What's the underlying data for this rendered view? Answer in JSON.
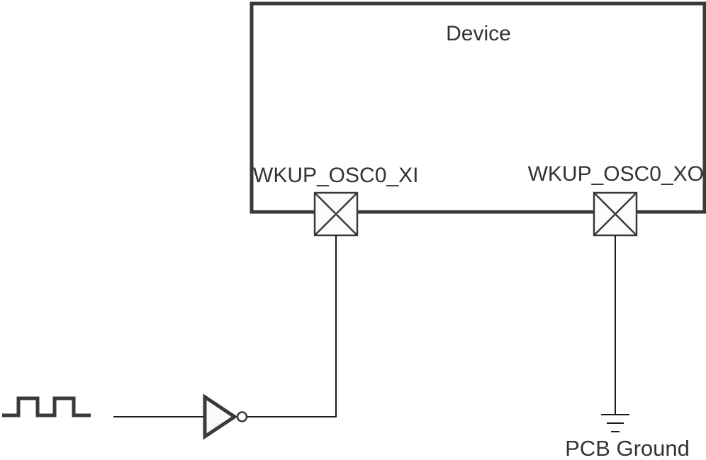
{
  "device": {
    "title": "Device",
    "pins": [
      {
        "label": "WKUP_OSC0_XI"
      },
      {
        "label": "WKUP_OSC0_XO"
      }
    ],
    "ground_label": "PCB Ground",
    "symbols": [
      "clock-signal",
      "inverter-gate",
      "crossed-square-pin",
      "pcb-ground"
    ],
    "colors": {
      "outline": "#3a3a3a",
      "wire": "#1a1a1a",
      "text": "#333333",
      "background": "#ffffff"
    }
  }
}
